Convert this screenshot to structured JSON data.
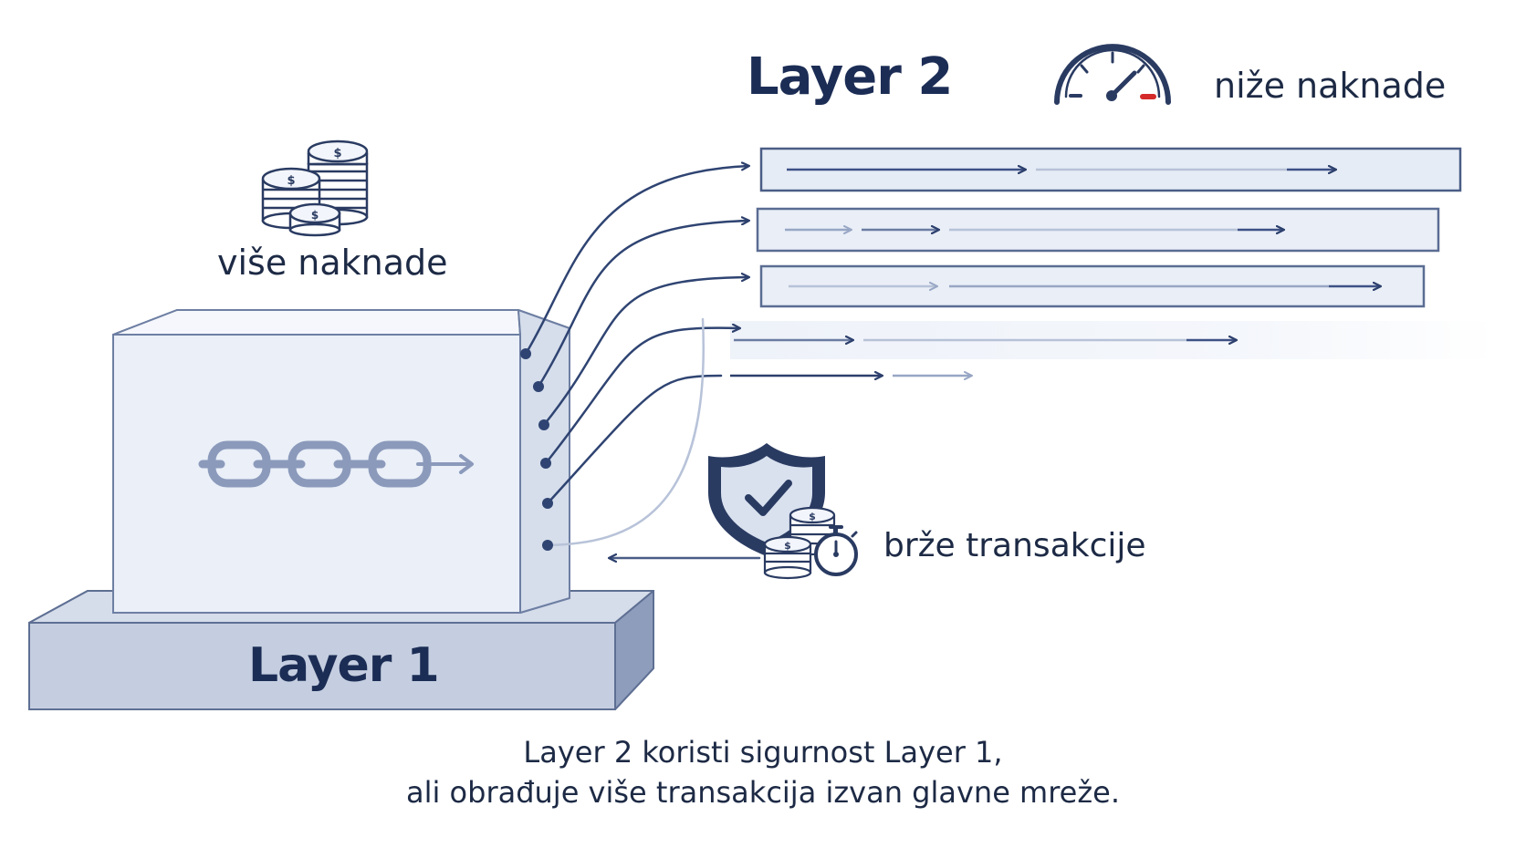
{
  "layer2": {
    "title": "Layer 2"
  },
  "layer1": {
    "title": "Layer 1"
  },
  "fees": {
    "lower": "niže naknade",
    "higher": "više naknade"
  },
  "speed": {
    "label": "brže transakcije"
  },
  "caption": {
    "line1": "Layer 2 koristi sigurnost Layer 1,",
    "line2": "ali obrađuje više transakcija izvan glavne mreže."
  },
  "colors": {
    "navy": "#1c2d55",
    "box_fill": "#eef2f9",
    "box_stroke": "#6e7fa3",
    "base_fill": "#c9d2e3",
    "gauge_alert": "#d42a2a"
  },
  "icons": [
    "speedometer-icon",
    "coin-stack-icon",
    "chain-link-icon",
    "shield-check-icon",
    "stopwatch-icon"
  ]
}
